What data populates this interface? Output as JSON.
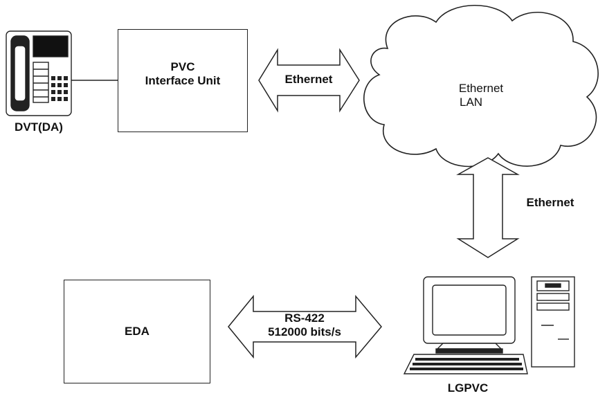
{
  "pvc_unit": {
    "line1": "PVC",
    "line2": "Interface Unit"
  },
  "ethernet_link_top": "Ethernet",
  "ethernet_lan": {
    "line1": "Ethernet",
    "line2": "LAN"
  },
  "ethernet_link_right": "Ethernet",
  "dvt_label": "DVT(DA)",
  "eda_label": "EDA",
  "rs422_link": {
    "line1": "RS-422",
    "line2": "512000 bits/s"
  },
  "lgpvc_label": "LGPVC"
}
